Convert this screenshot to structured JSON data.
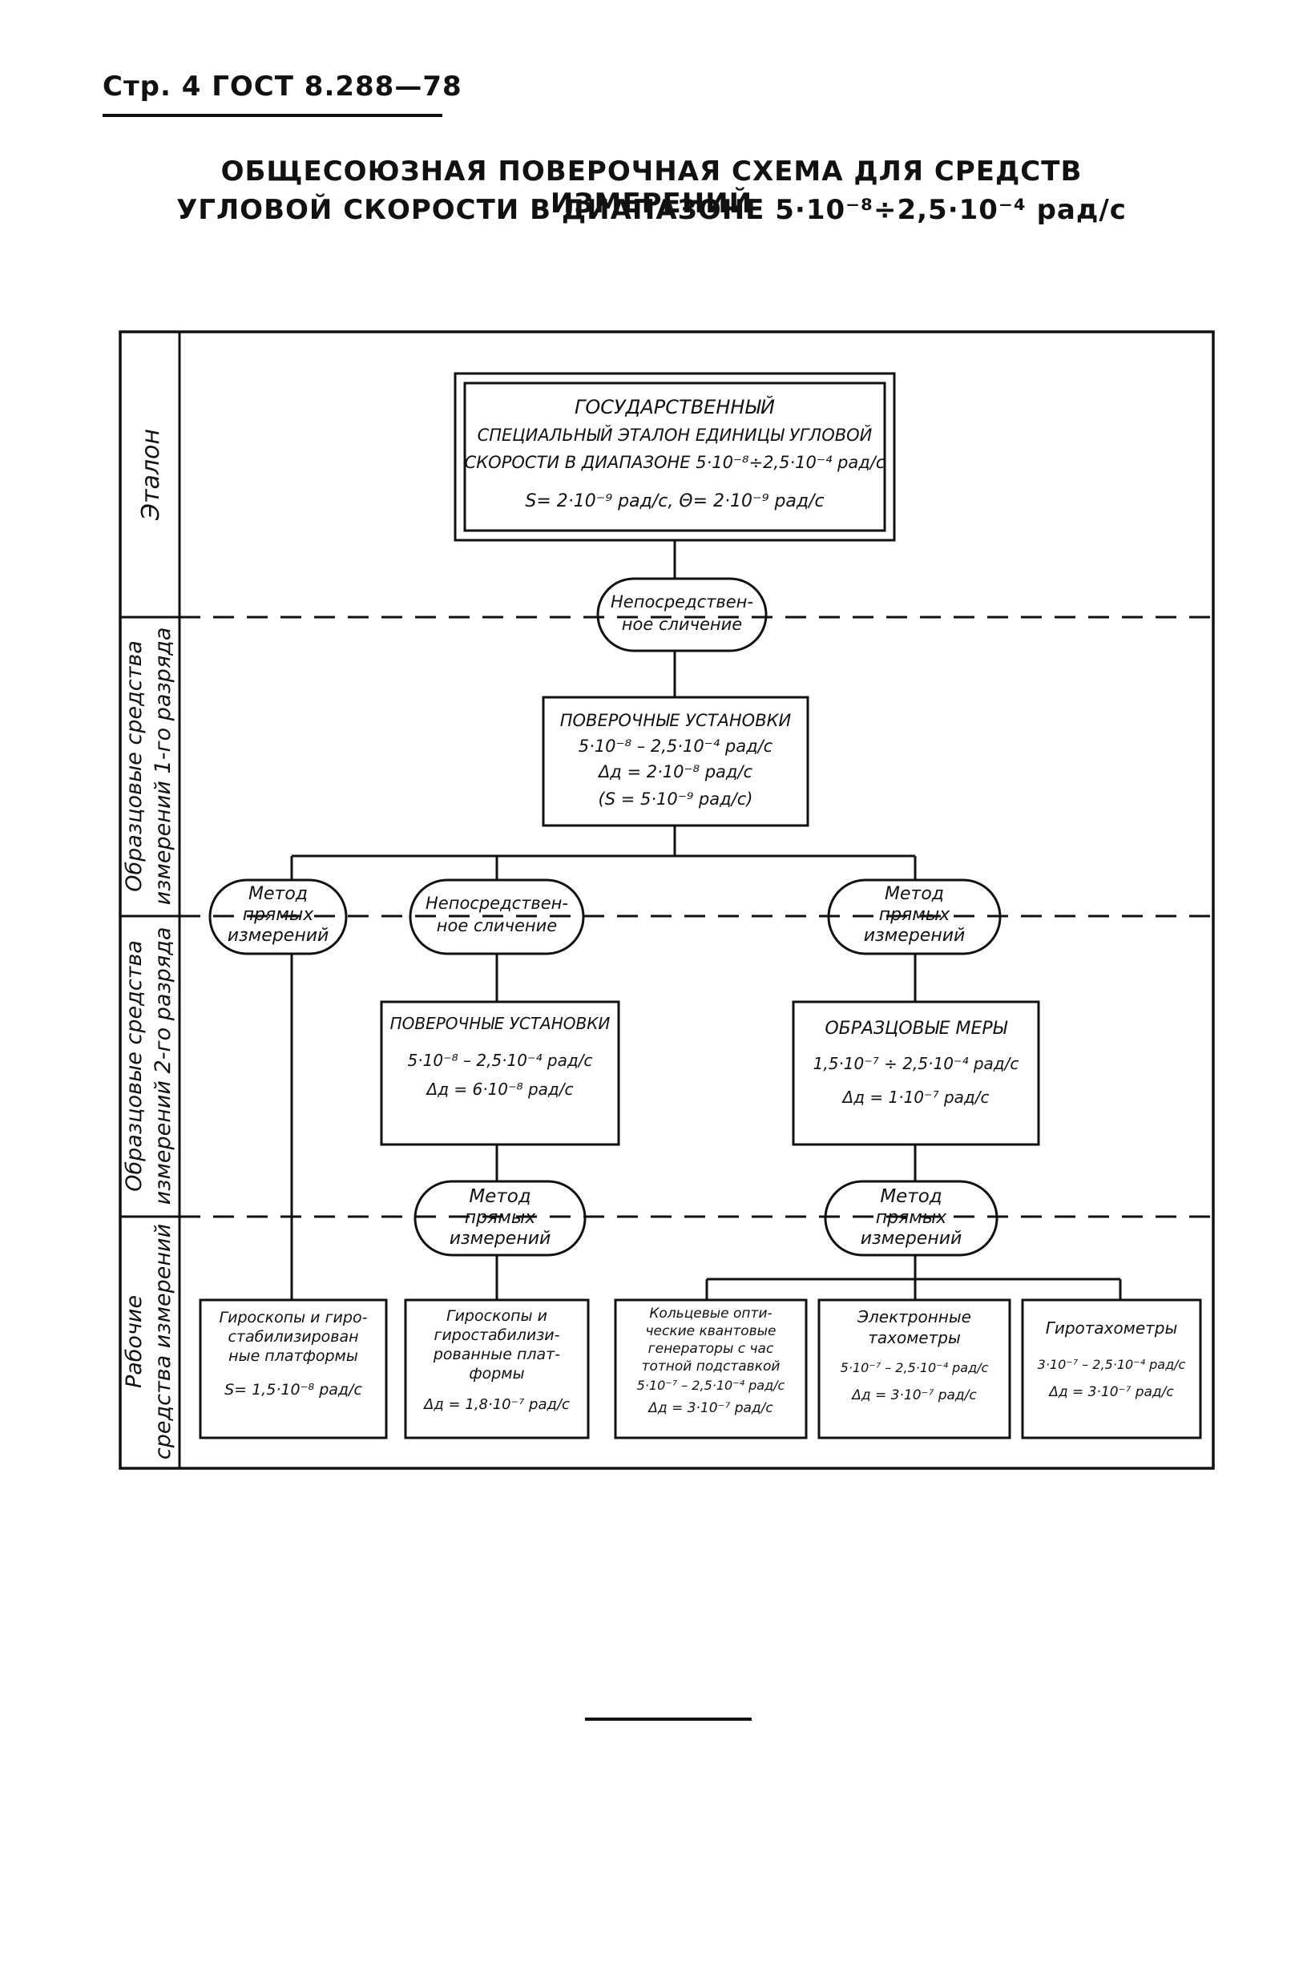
{
  "header": {
    "page_label": "Стр. 4 ГОСТ 8.288—78"
  },
  "title": {
    "line1": "ОБЩЕСОЮЗНАЯ ПОВЕРОЧНАЯ СХЕМА ДЛЯ СРЕДСТВ ИЗМЕРЕНИЙ",
    "line2": "УГЛОВОЙ СКОРОСТИ В ДИАПАЗОНЕ 5·10⁻⁸÷2,5·10⁻⁴ рад/с"
  },
  "rows": {
    "etalon": [
      "Эталон"
    ],
    "level1": [
      "Образцовые средства",
      "измерений 1-го разряда"
    ],
    "level2": [
      "Образцовые средства",
      "измерений 2-го разряда"
    ],
    "working": [
      "Рабочие",
      "средства измерений"
    ]
  },
  "etalon_box": [
    "ГОСУДАРСТВЕННЫЙ",
    "СПЕЦИАЛЬНЫЙ ЭТАЛОН ЕДИНИЦЫ УГЛОВОЙ",
    "СКОРОСТИ В ДИАПАЗОНЕ 5·10⁻⁸÷2,5·10⁻⁴ рад/с",
    "S= 2·10⁻⁹ рад/с,  Θ= 2·10⁻⁹ рад/с"
  ],
  "method_direct_1": [
    "Непосредствен-",
    "ное сличение"
  ],
  "setup1_box": [
    "ПОВЕРОЧНЫЕ УСТАНОВКИ",
    "5·10⁻⁸ – 2,5·10⁻⁴ рад/с",
    "Δд = 2·10⁻⁸ рад/с",
    "(S = 5·10⁻⁹ рад/с)"
  ],
  "method_left": [
    "Метод",
    "прямых",
    "измерений"
  ],
  "method_direct_2": [
    "Непосредствен-",
    "ное сличение"
  ],
  "method_right": [
    "Метод",
    "прямых",
    "измерений"
  ],
  "setup2_box": [
    "ПОВЕРОЧНЫЕ УСТАНОВКИ",
    "5·10⁻⁸ – 2,5·10⁻⁴ рад/с",
    "Δд = 6·10⁻⁸ рад/с"
  ],
  "measures_box": [
    "ОБРАЗЦОВЫЕ МЕРЫ",
    "1,5·10⁻⁷ ÷ 2,5·10⁻⁴ рад/с",
    "Δд = 1·10⁻⁷ рад/с"
  ],
  "method_mid": [
    "Метод",
    "прямых",
    "измерений"
  ],
  "method_right2": [
    "Метод",
    "прямых",
    "измерений"
  ],
  "work_boxes": [
    [
      "Гироскопы и гиро-",
      "стабилизирован",
      "ные платформы",
      "S= 1,5·10⁻⁸ рад/с"
    ],
    [
      "Гироскопы и",
      "гиростабилизи-",
      "рованные плат-",
      "формы",
      "Δд = 1,8·10⁻⁷ рад/с"
    ],
    [
      "Кольцевые опти-",
      "ческие квантовые",
      "генераторы с час",
      "тотной подставкой",
      "5·10⁻⁷ – 2,5·10⁻⁴ рад/с",
      "Δд = 3·10⁻⁷ рад/с"
    ],
    [
      "Электронные",
      "тахометры",
      "5·10⁻⁷ – 2,5·10⁻⁴ рад/с",
      "Δд = 3·10⁻⁷ рад/с"
    ],
    [
      "Гиротахометры",
      "3·10⁻⁷ – 2,5·10⁻⁴ рад/с",
      "Δд = 3·10⁻⁷ рад/с"
    ]
  ]
}
